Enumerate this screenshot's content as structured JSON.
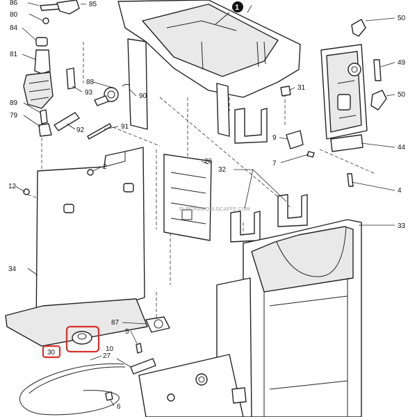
{
  "diagram": {
    "watermark": "EUROPAWORLDCAFFE.COM",
    "badge": "1",
    "highlight_color": "#d9302a",
    "callouts": {
      "c86": "86",
      "c85": "85",
      "c80": "80",
      "c84": "84",
      "c81": "81",
      "c88": "88",
      "c93": "93",
      "c90": "90",
      "c89": "89",
      "c79": "79",
      "c92": "92",
      "c91": "91",
      "c31": "31",
      "c50a": "50",
      "c49": "49",
      "c50b": "50",
      "c9": "9",
      "c44": "44",
      "c7": "7",
      "c4": "4",
      "c2": "2",
      "c12": "12",
      "c26": "26",
      "c32": "32",
      "c33": "33",
      "c34": "34",
      "c87": "87",
      "c5": "5",
      "c10": "10",
      "c27": "27",
      "c30": "30",
      "c6": "6"
    }
  }
}
